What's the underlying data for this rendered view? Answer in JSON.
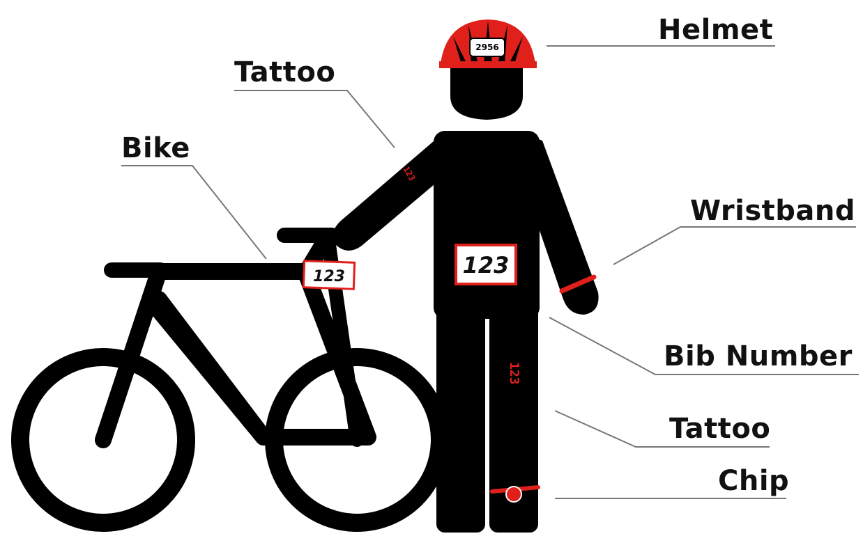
{
  "labels": {
    "helmet": "Helmet",
    "tattoo_arm": "Tattoo",
    "bike": "Bike",
    "wristband": "Wristband",
    "bib_number": "Bib Number",
    "tattoo_leg": "Tattoo",
    "chip": "Chip"
  },
  "numbers": {
    "helmet_sticker": "2956",
    "bike_plate": "123",
    "chest_bib": "123",
    "leg_tattoo": "123",
    "arm_tattoo": "123"
  },
  "colors": {
    "figure": "#000000",
    "accent": "#e0201b",
    "leader_line": "#555555",
    "label_underline": "#8a8a8a",
    "text": "#111111"
  }
}
